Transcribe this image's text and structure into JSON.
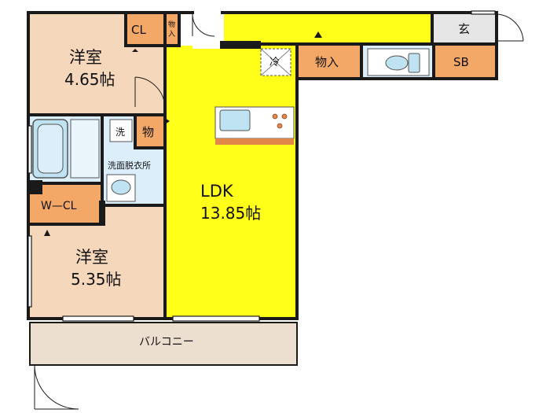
{
  "colors": {
    "wall": "#1a1a1a",
    "ldk_fill": "#ffff19",
    "room_fill": "#f5d7bb",
    "storage_fill": "#f4a868",
    "wet_fill": "#dbeefa",
    "fixture_fill": "#bfe3f2",
    "balcony_fill": "#ecdfd0",
    "entrance_fill": "#e6e6e6",
    "kitchen_counter": "#e2874a"
  },
  "rooms": {
    "western_room_1": {
      "name": "洋室",
      "size": "4.65帖"
    },
    "western_room_2": {
      "name": "洋室",
      "size": "5.35帖"
    },
    "ldk": {
      "name": "LDK",
      "size": "13.85帖"
    },
    "closet": "CL",
    "walk_in_closet": "W—CL",
    "storage_small": [
      "物",
      "入"
    ],
    "storage_mid": "物",
    "storage_hall": "物入",
    "washroom": "洗面脱衣所",
    "washer": "洗",
    "refrigerator": "冷",
    "entrance": "玄",
    "shoe_box": "SB",
    "balcony": "バルコニー"
  },
  "icons": [
    "bathtub-icon",
    "toilet-icon",
    "sink-icon",
    "kitchen-sink-icon",
    "stove-icon",
    "door-swing-icon",
    "window-icon"
  ]
}
